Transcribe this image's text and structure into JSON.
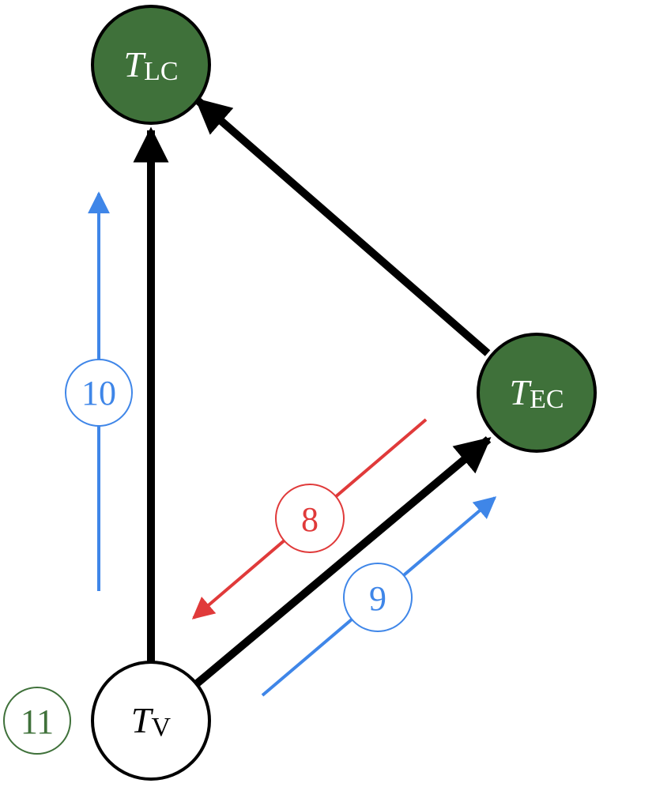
{
  "nodes": {
    "lc": {
      "var": "T",
      "sub": "LC",
      "fill": "#3f713a",
      "text_color": "#ffffff"
    },
    "ec": {
      "var": "T",
      "sub": "EC",
      "fill": "#3f713a",
      "text_color": "#ffffff"
    },
    "v": {
      "var": "T",
      "sub": "V",
      "fill": "#ffffff",
      "text_color": "#000000"
    }
  },
  "badges": {
    "b8": {
      "label": "8",
      "color": "#e03a3a"
    },
    "b9": {
      "label": "9",
      "color": "#3f86e8"
    },
    "b10": {
      "label": "10",
      "color": "#3f86e8"
    },
    "b11": {
      "label": "11",
      "color": "#3f713a"
    }
  },
  "colors": {
    "edge": "#000000",
    "green": "#3f713a",
    "blue": "#3f86e8",
    "red": "#e03a3a"
  }
}
